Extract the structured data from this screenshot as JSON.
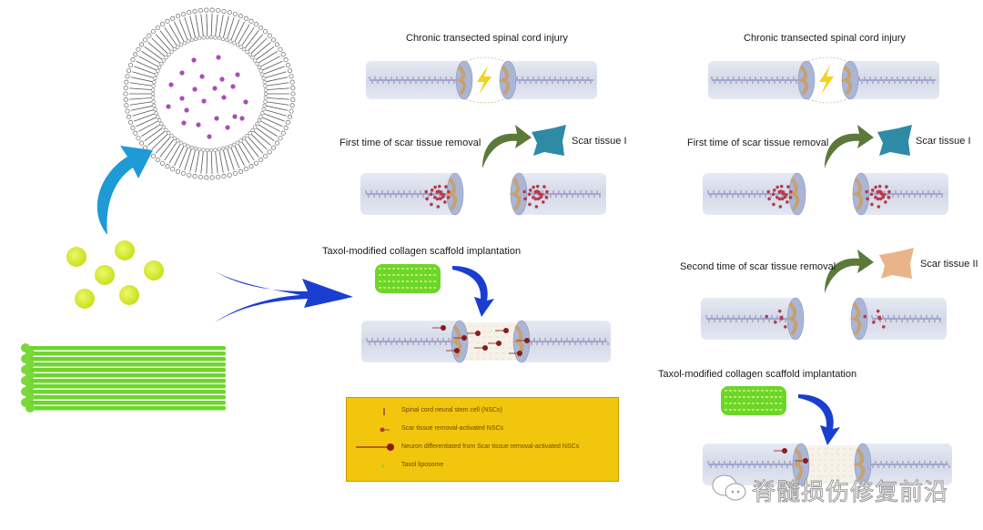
{
  "figure": {
    "left_column": {
      "liposome": "liposome-bilayer-sphere",
      "particles_count": 6,
      "scaffold": "collagen-fiber-bundle"
    },
    "middle_panel": {
      "title": "Chronic transected spinal cord injury",
      "removal_label": "First time of scar tissue removal",
      "scar_label": "Scar tissue I",
      "implant_label": "Taxol-modified collagen scaffold implantation"
    },
    "right_panel": {
      "title": "Chronic transected spinal cord injury",
      "removal1_label": "First time of scar tissue removal",
      "scar1_label": "Scar tissue I",
      "removal2_label": "Second time of scar tissue removal",
      "scar2_label": "Scar tissue II",
      "implant_label": "Taxol-modified collagen scaffold implantation"
    },
    "legend": {
      "items": [
        {
          "label": "Spinal cord neural stem cell (NSCs)"
        },
        {
          "label": "Scar tissue removal-activated NSCs"
        },
        {
          "label": "Neuron differentiated from Scar tissue removal-activated NSCs"
        },
        {
          "label": "Taxol liposome"
        }
      ]
    },
    "watermark": "脊髓损伤修复前沿",
    "colors": {
      "cord": "#d6dcea",
      "cord_end": "#a9b6d6",
      "scar1": "#2f8aa6",
      "scar2": "#eab48a",
      "green_arrow": "#5b7a3a",
      "blue_arrow": "#1a3fd0",
      "cyan_arrow": "#1e9ad6",
      "legend_bg": "#f2c60d",
      "scaffold": "#6cd62a",
      "particle": "#d7ec3a"
    }
  }
}
